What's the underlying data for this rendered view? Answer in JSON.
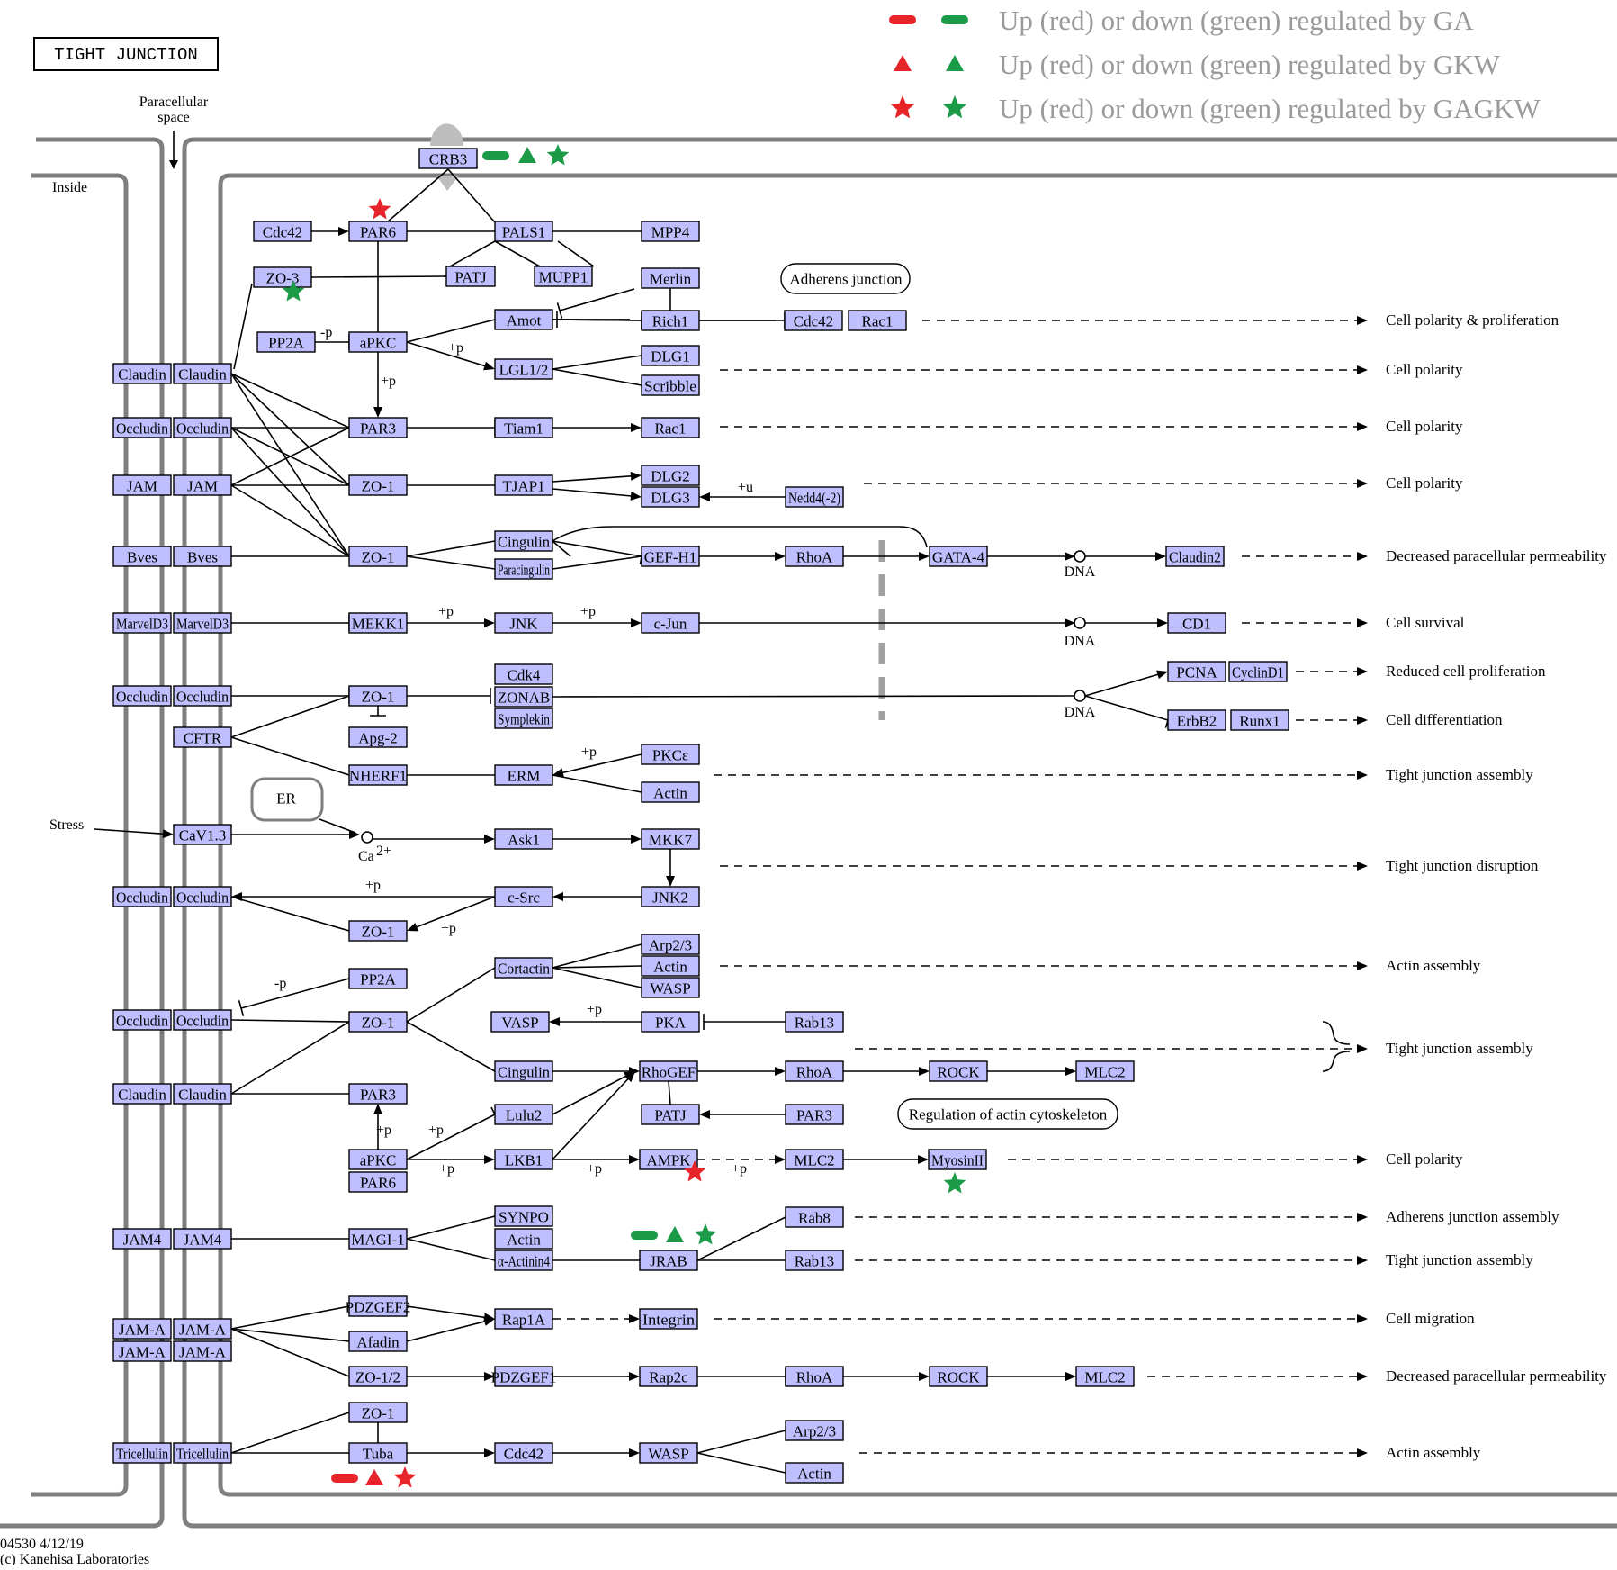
{
  "title": "TIGHT JUNCTION",
  "labels": {
    "paracellular": "Paracellular",
    "space": "space",
    "inside": "Inside",
    "stress": "Stress",
    "ca": "Ca",
    "ca_sup": "2+",
    "dna": "DNA",
    "footer_id": "04530 4/12/19",
    "footer_copy": "(c) Kanehisa Laboratories",
    "plus_p": "+p",
    "minus_p": "-p",
    "plus_u": "+u"
  },
  "legend": [
    {
      "shape": "pill",
      "text": "Up (red) or down (green) regulated by GA"
    },
    {
      "shape": "triangle",
      "text": "Up (red) or down (green) regulated by GKW"
    },
    {
      "shape": "star",
      "text": "Up (red) or down (green) regulated by GAGKW"
    }
  ],
  "colors": {
    "up": "#e8242b",
    "down": "#1b9b48",
    "node_fill": "#bfbfff",
    "membrane": "#7f7f7f",
    "legend_text": "#9a9a9a"
  },
  "compartments": [
    "ER",
    "Adherens junction",
    "Regulation of actin cytoskeleton"
  ],
  "outcomes": [
    "Cell polarity & proliferation",
    "Cell polarity",
    "Cell polarity",
    "Cell polarity",
    "Decreased paracellular permeability",
    "Cell survival",
    "Reduced cell proliferation",
    "Cell differentiation",
    "Tight junction assembly",
    "Tight junction disruption",
    "Actin assembly",
    "Tight junction assembly",
    "Cell polarity",
    "Adherens junction assembly",
    "Tight junction assembly",
    "Cell migration",
    "Decreased paracellular permeability",
    "Actin assembly"
  ],
  "genes": [
    "CRB3",
    "Cdc42",
    "PAR6",
    "PALS1",
    "MPP4",
    "ZO-3",
    "PATJ",
    "MUPP1",
    "Merlin",
    "Amot",
    "Rich1",
    "Cdc42",
    "Rac1",
    "PP2A",
    "aPKC",
    "LGL1/2",
    "DLG1",
    "Scribble",
    "Claudin",
    "Claudin",
    "Occludin",
    "Occludin",
    "PAR3",
    "Tiam1",
    "Rac1",
    "JAM",
    "JAM",
    "ZO-1",
    "TJAP1",
    "DLG2",
    "DLG3",
    "Nedd4(-2)",
    "Bves",
    "Bves",
    "ZO-1",
    "Cingulin",
    "Paracingulin",
    "GEF-H1",
    "RhoA",
    "GATA-4",
    "Claudin2",
    "MarvelD3",
    "MarvelD3",
    "MEKK1",
    "JNK",
    "c-Jun",
    "CD1",
    "Occludin",
    "Occludin",
    "ZO-1",
    "Cdk4",
    "ZONAB",
    "Symplekin",
    "PCNA",
    "CyclinD1",
    "ErbB2",
    "Runx1",
    "CFTR",
    "Apg-2",
    "NHERF1",
    "ERM",
    "PKCε",
    "Actin",
    "CaV1.3",
    "Ask1",
    "MKK7",
    "Occludin",
    "Occludin",
    "c-Src",
    "JNK2",
    "ZO-1",
    "Cortactin",
    "Arp2/3",
    "Actin",
    "WASP",
    "PP2A",
    "Occludin",
    "Occludin",
    "ZO-1",
    "VASP",
    "PKA",
    "Rab13",
    "Cingulin",
    "RhoGEF",
    "RhoA",
    "ROCK",
    "MLC2",
    "Claudin",
    "Claudin",
    "PAR3",
    "Lulu2",
    "PATJ",
    "PAR3",
    "aPKC",
    "PAR6",
    "LKB1",
    "AMPK",
    "MLC2",
    "MyosinII",
    "JAM4",
    "JAM4",
    "MAGI-1",
    "SYNPO",
    "Actin",
    "α-Actinin4",
    "JRAB",
    "Rab8",
    "Rab13",
    "JAM-A",
    "JAM-A",
    "JAM-A",
    "JAM-A",
    "PDZGEF2",
    "Afadin",
    "Rap1A",
    "Integrin",
    "ZO-1/2",
    "PDZGEF1",
    "Rap2c",
    "RhoA",
    "ROCK",
    "MLC2",
    "ZO-1",
    "Tricellulin",
    "Tricellulin",
    "Tuba",
    "Cdc42",
    "WASP",
    "Arp2/3",
    "Actin"
  ],
  "markers": [
    {
      "gene": "CRB3",
      "GA": "down",
      "GKW": "down",
      "GAGKW": "down"
    },
    {
      "gene": "PAR6",
      "GAGKW": "up"
    },
    {
      "gene": "ZO-3",
      "GAGKW": "down"
    },
    {
      "gene": "AMPK",
      "GAGKW": "up"
    },
    {
      "gene": "MyosinII",
      "GAGKW": "down"
    },
    {
      "gene": "JRAB",
      "GA": "down",
      "GKW": "down",
      "GAGKW": "down"
    },
    {
      "gene": "Tuba",
      "GA": "up",
      "GKW": "up",
      "GAGKW": "up"
    }
  ]
}
